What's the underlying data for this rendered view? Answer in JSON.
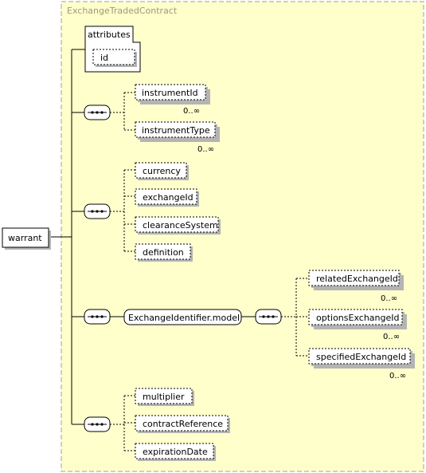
{
  "complex_type": "ExchangeTradedContract",
  "root": "warrant",
  "attributes": {
    "label": "attributes",
    "items": [
      "id"
    ]
  },
  "groups": [
    {
      "items": [
        {
          "label": "instrumentId",
          "occurrence": "0..∞"
        },
        {
          "label": "instrumentType",
          "occurrence": "0..∞"
        }
      ]
    },
    {
      "items": [
        {
          "label": "currency",
          "occurrence": ""
        },
        {
          "label": "exchangeId",
          "occurrence": ""
        },
        {
          "label": "clearanceSystem",
          "occurrence": ""
        },
        {
          "label": "definition",
          "occurrence": ""
        }
      ]
    },
    {
      "model": "ExchangeIdentifier.model",
      "items": [
        {
          "label": "relatedExchangeId",
          "occurrence": "0..∞"
        },
        {
          "label": "optionsExchangeId",
          "occurrence": "0..∞"
        },
        {
          "label": "specifiedExchangeId",
          "occurrence": "0..∞"
        }
      ]
    },
    {
      "items": [
        {
          "label": "multiplier",
          "occurrence": ""
        },
        {
          "label": "contractReference",
          "occurrence": ""
        },
        {
          "label": "expirationDate",
          "occurrence": ""
        }
      ]
    }
  ],
  "colors": {
    "container_fill": "#ffffcc",
    "container_border": "#a0a090",
    "shadow": "#b4b4b4"
  },
  "icons": {
    "sequence": "sequence-compositor-icon"
  }
}
